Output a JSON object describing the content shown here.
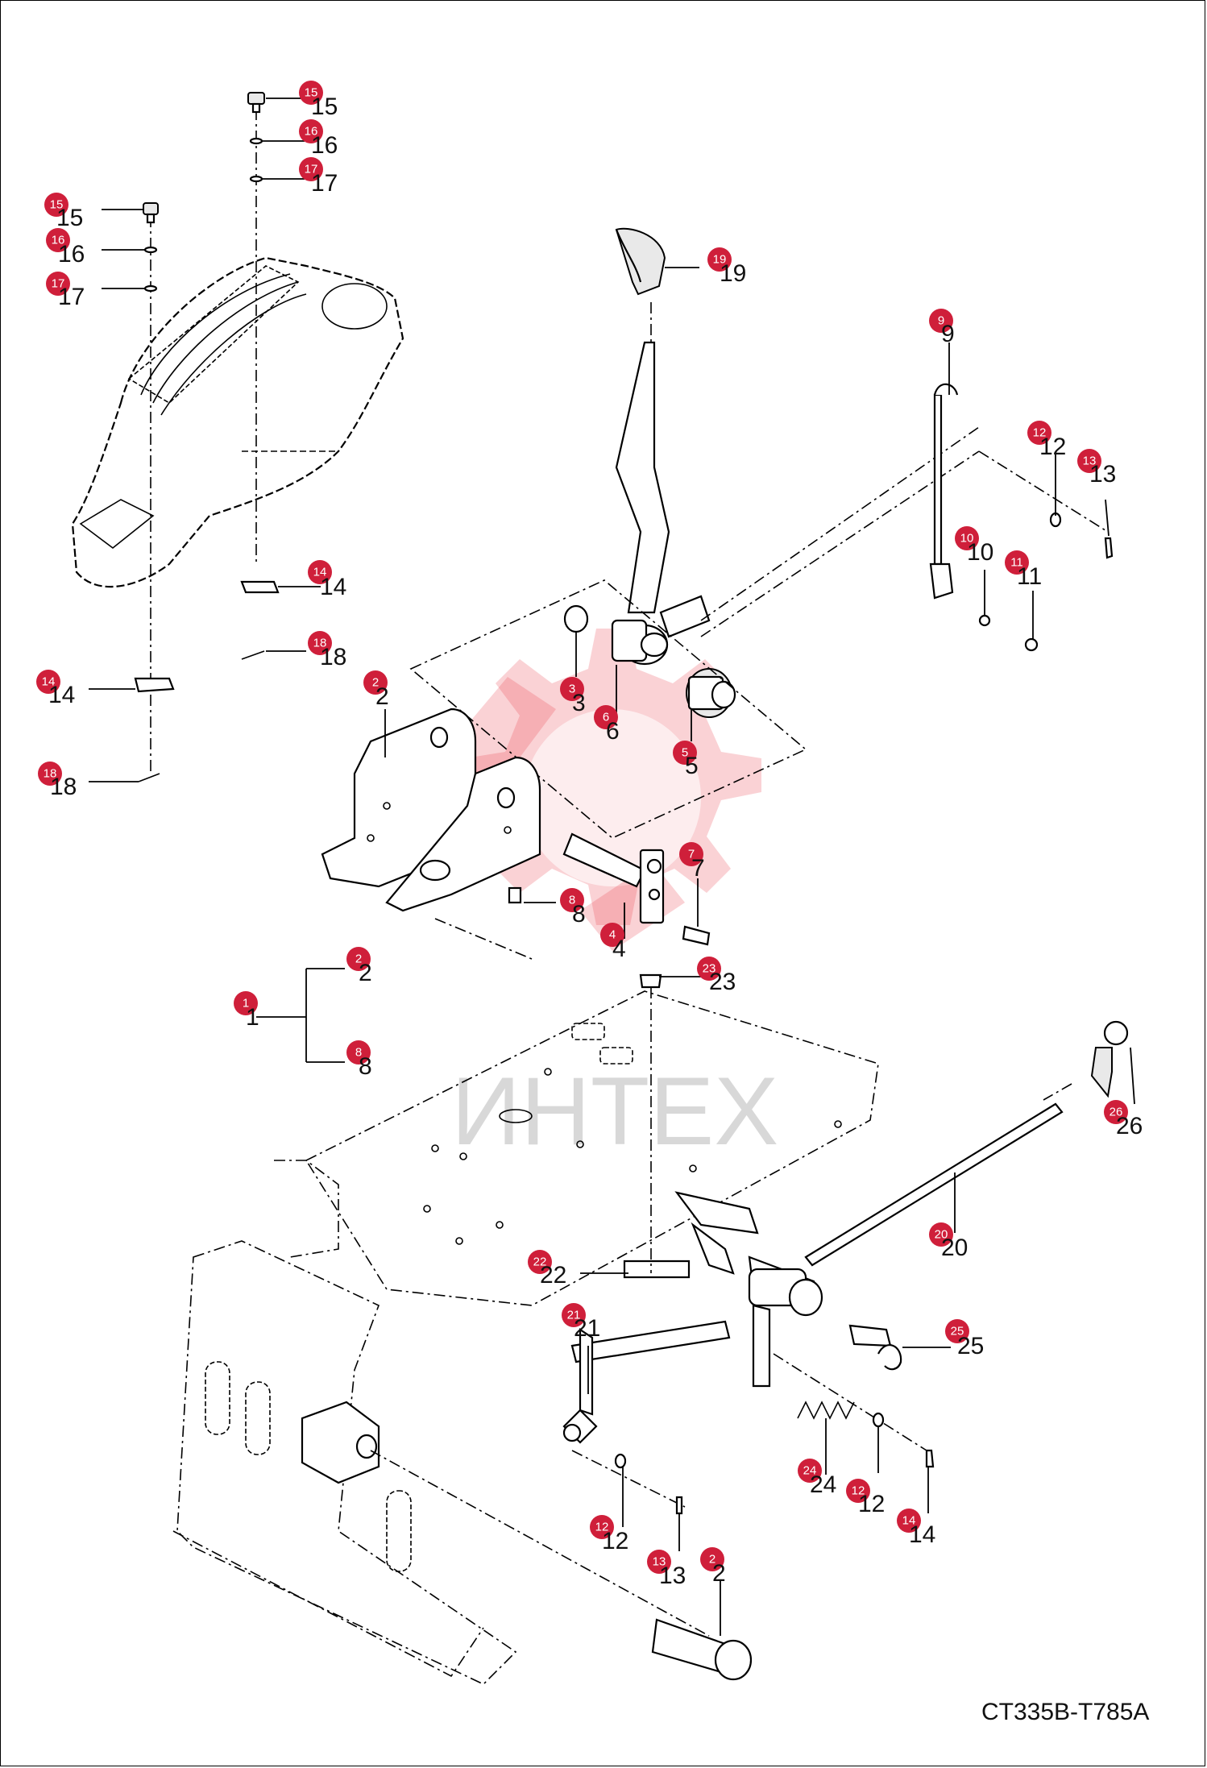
{
  "drawing_code": "CT335B-T785A",
  "watermark": "ИНТЕХ",
  "callouts": [
    {
      "n": "15"
    },
    {
      "n": "16"
    },
    {
      "n": "17"
    },
    {
      "n": "15"
    },
    {
      "n": "16"
    },
    {
      "n": "17"
    },
    {
      "n": "14"
    },
    {
      "n": "18"
    },
    {
      "n": "14"
    },
    {
      "n": "18"
    },
    {
      "n": "19"
    },
    {
      "n": "9"
    },
    {
      "n": "12"
    },
    {
      "n": "13"
    },
    {
      "n": "10"
    },
    {
      "n": "11"
    },
    {
      "n": "3"
    },
    {
      "n": "6"
    },
    {
      "n": "5"
    },
    {
      "n": "2"
    },
    {
      "n": "7"
    },
    {
      "n": "8"
    },
    {
      "n": "4"
    },
    {
      "n": "23"
    },
    {
      "n": "2"
    },
    {
      "n": "1"
    },
    {
      "n": "8"
    },
    {
      "n": "26"
    },
    {
      "n": "20"
    },
    {
      "n": "22"
    },
    {
      "n": "21"
    },
    {
      "n": "25"
    },
    {
      "n": "24"
    },
    {
      "n": "12"
    },
    {
      "n": "14"
    },
    {
      "n": "12"
    },
    {
      "n": "13"
    },
    {
      "n": "2"
    }
  ]
}
